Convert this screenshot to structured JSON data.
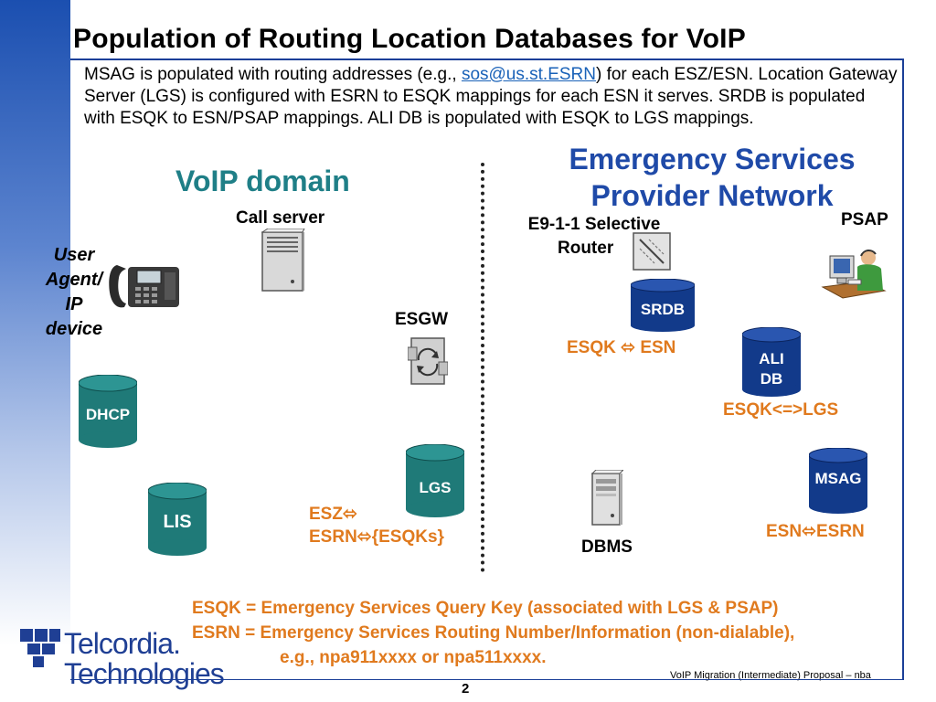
{
  "title": "Population of Routing Location Databases for VoIP",
  "intro": {
    "before_link": "MSAG is populated with routing addresses (e.g., ",
    "link": "sos@us.st.ESRN",
    "after_link": ") for each ESZ/ESN.  Location Gateway Server (LGS) is configured with ESRN to ESQK mappings for each ESN it serves.  SRDB is populated with ESQK to ESN/PSAP mappings.  ALI DB is populated with ESQK to LGS mappings."
  },
  "voip_domain": "VoIP domain",
  "esp_network": {
    "line1": "Emergency Services",
    "line2": "Provider Network"
  },
  "nodes": {
    "call_server": "Call server",
    "user_agent": {
      "line1": "User",
      "line2": "Agent/",
      "line3": "IP",
      "line4": "device"
    },
    "esgw": "ESGW",
    "dhcp": "DHCP",
    "lis": "LIS",
    "lgs": "LGS",
    "selective_router": {
      "line1": "E9-1-1 Selective",
      "line2": "Router"
    },
    "psap": "PSAP",
    "srdb": "SRDB",
    "ali_db": {
      "line1": "ALI",
      "line2": "DB"
    },
    "msag": "MSAG",
    "dbms": "DBMS"
  },
  "mappings": {
    "lgs_line1": "ESZ⬄",
    "lgs_line2": "ESRN⬄{ESQKs}",
    "srdb": "ESQK ⬄ ESN",
    "ali": "ESQK<=>LGS",
    "msag": "ESN⬄ESRN"
  },
  "footnotes": {
    "esqk": "ESQK = Emergency Services Query Key (associated with LGS & PSAP)",
    "esrn": "ESRN  = Emergency Services Routing Number/Information (non-dialable),",
    "esrn_example": "e.g., npa911xxxx or npa511xxxx."
  },
  "logo": {
    "line1": "Telcordia.",
    "line2": "Technologies"
  },
  "footer": "VoIP Migration (Intermediate) Proposal  – nba",
  "page_number": "2",
  "colors": {
    "teal_db": "#1f7a78",
    "navy_db": "#123a8a",
    "orange": "#e07a1e",
    "heading_teal": "#1f7f87",
    "heading_blue": "#1f4aa8"
  }
}
